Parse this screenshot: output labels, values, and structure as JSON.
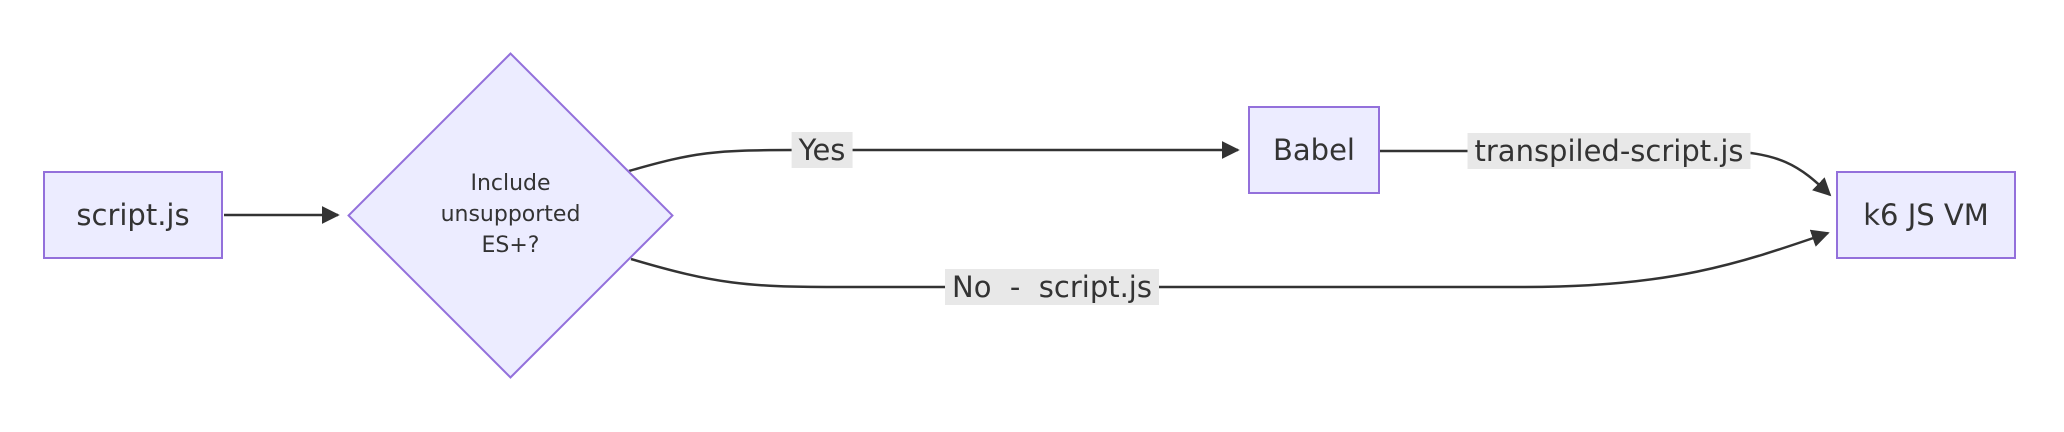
{
  "diagram": {
    "nodes": {
      "script": {
        "label": "script.js"
      },
      "decision": {
        "label_lines": [
          "Include",
          "unsupported",
          "ES+?"
        ]
      },
      "babel": {
        "label": "Babel"
      },
      "k6": {
        "label": "k6 JS VM"
      }
    },
    "edge_labels": {
      "yes": "Yes",
      "transpiled": "transpiled-script.js",
      "no": "No  -  script.js"
    },
    "colors": {
      "node_fill": "#ECECFF",
      "node_border": "#9370DB",
      "edge": "#333333",
      "label_bg": "#e8e8e8",
      "text": "#333333"
    }
  }
}
